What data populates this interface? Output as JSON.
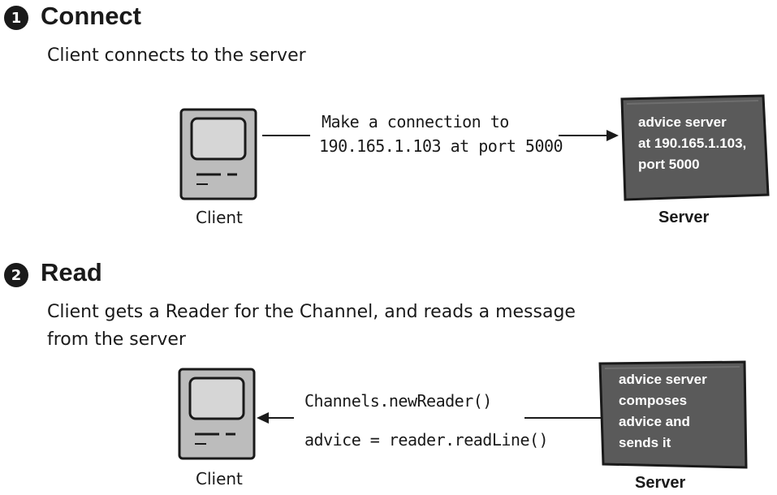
{
  "step1": {
    "number": "1",
    "title": "Connect",
    "description": "Client connects to the server",
    "client_label": "Client",
    "server_label": "Server",
    "message_line1": "Make a connection to",
    "message_line2": "190.165.1.103 at port 5000",
    "server_line1": "advice server",
    "server_line2": "at 190.165.1.103,",
    "server_line3": "port 5000"
  },
  "step2": {
    "number": "2",
    "title": "Read",
    "description_line1": "Client gets a Reader for the Channel, and reads a message",
    "description_line2": "from the server",
    "client_label": "Client",
    "server_label": "Server",
    "code_line1": "Channels.newReader()",
    "code_line2": "advice = reader.readLine()",
    "server_line1": "advice server",
    "server_line2": "composes",
    "server_line3": "advice and",
    "server_line4": "sends it"
  },
  "colors": {
    "server_fill": "#5a5a5a",
    "computer_fill": "#bcbcbc",
    "ink": "#1a1a1a"
  },
  "icons": [
    "computer-icon",
    "server-box-icon",
    "arrow-right-icon",
    "arrow-left-icon"
  ]
}
